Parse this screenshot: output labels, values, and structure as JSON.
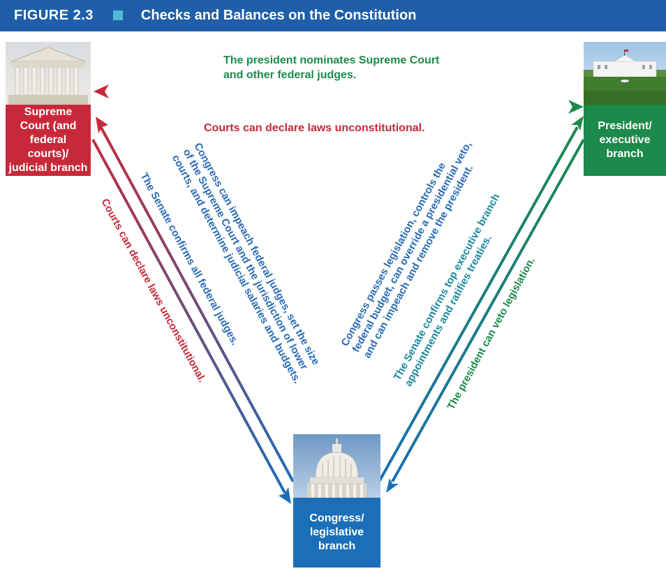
{
  "header": {
    "figure_label": "FIGURE 2.3",
    "title": "Checks and Balances on the Constitution"
  },
  "colors": {
    "header_bg": "#1f5fa8",
    "header_square": "#52b8d8",
    "judicial": "#c8293a",
    "executive": "#1c8a4a",
    "legislative": "#1b6fb8",
    "legislative_text": "#2a6cb6",
    "teal_text": "#1b8aa0"
  },
  "nodes": {
    "judicial": {
      "label": "Supreme Court (and federal courts)/ judicial branch",
      "photo_icon": "supreme-court-building-icon"
    },
    "executive": {
      "label": "President/ executive branch",
      "photo_icon": "white-house-icon"
    },
    "legislative": {
      "label": "Congress/ legislative branch",
      "photo_icon": "capitol-dome-icon"
    }
  },
  "checks": {
    "pres_nominates": "The president nominates Supreme Court and other federal judges.",
    "courts_declare_top": "Courts can declare laws unconstitutional.",
    "congress_impeach_judges": "Congress can impeach federal judges, set the size of the Supreme Court and the jurisdiction of lower courts, and determine judicial salaries and budgets.",
    "senate_confirms_judges": "The Senate confirms all federal judges.",
    "courts_declare_left": "Courts can declare laws unconstitutional.",
    "congress_passes": "Congress passes legislation, controls the federal budget, can override a presidential veto, and can impeach and remove the president.",
    "senate_confirms_exec": "The Senate confirms top executive branch appointments and ratifies treaties.",
    "pres_veto": "The president can veto legislation."
  }
}
